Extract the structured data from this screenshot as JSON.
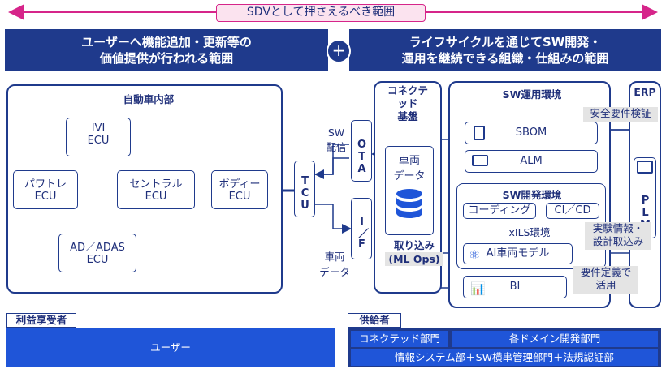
{
  "scope_banner": "SDVとして押さえるべき範囲",
  "left_band": {
    "line1": "ユーザーへ機能追加・更新等の",
    "line2": "価値提供が行われる範囲"
  },
  "plus_symbol": "+",
  "right_band": {
    "line1": "ライフサイクルを通じてSW開発・",
    "line2": "運用を継続できる組織・仕組みの範囲"
  },
  "vehicle": {
    "title": "自動車内部",
    "ivi": [
      "IVI",
      "ECU"
    ],
    "central": [
      "セントラル",
      "ECU"
    ],
    "powertrain": [
      "パワトレ",
      "ECU"
    ],
    "body": [
      "ボディー",
      "ECU"
    ],
    "adas": [
      "AD／ADAS",
      "ECU"
    ],
    "tcu": "TCU"
  },
  "sw_delivery": [
    "SW",
    "配信"
  ],
  "vehicle_data_label": [
    "車両",
    "データ"
  ],
  "connected": {
    "title": [
      "コネクテ",
      "ッド",
      "基盤"
    ],
    "ota": "OTA",
    "if": "I／F",
    "vehicle_data": [
      "車両",
      "データ"
    ],
    "ingest": [
      "取り込み",
      "(ML Ops)"
    ]
  },
  "sw_ops": {
    "title": "SW運用環境",
    "sbom": "SBOM",
    "alm": "ALM",
    "dev_title": "SW開発環境",
    "coding": "コーディング",
    "cicd": "CI／CD",
    "xils": "xILS環境",
    "ai_model": "AI車両モデル",
    "bi": "BI"
  },
  "erp": {
    "title": "ERP",
    "plm": "PLM"
  },
  "notes": {
    "safety": "安全要件検証",
    "experiment": [
      "実験情報・",
      "設計取込み"
    ],
    "requirements": [
      "要件定義で",
      "活用"
    ]
  },
  "beneficiary": {
    "title": "利益享受者",
    "user": "ユーザー"
  },
  "supplier": {
    "title": "供給者",
    "connected_dept": "コネクテッド部門",
    "domain_dept": "各ドメイン開発部門",
    "it_dept": "情報システム部＋SW横串管理部門＋法規認証部"
  },
  "colors": {
    "navy": "#1f3a8c",
    "blue": "#1f55d8",
    "magenta": "#d6258a",
    "pink_bg": "#fbe3ef"
  }
}
